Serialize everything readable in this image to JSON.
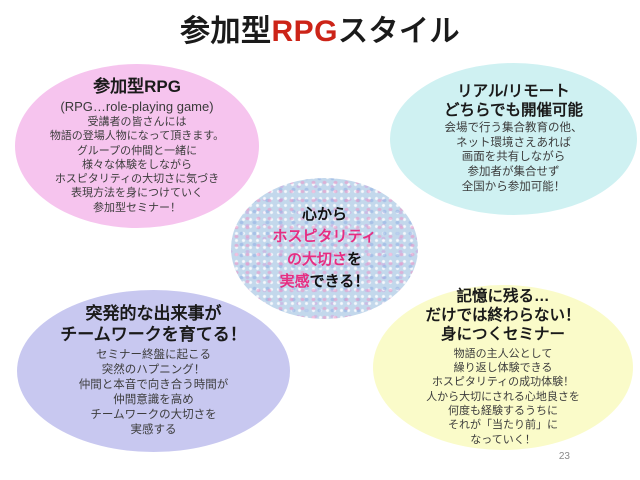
{
  "title": {
    "segments": [
      {
        "text": "参加型",
        "color": "#1a1a1a"
      },
      {
        "text": "RPG",
        "color": "#cc2418"
      },
      {
        "text": "スタイル",
        "color": "#1a1a1a"
      }
    ]
  },
  "page_number": "23",
  "colors": {
    "title_accent_red": "#cc2418",
    "highlight_pink": "#e62e82",
    "bubble_pink_bg": "#f6c4ee",
    "bubble_cyan_bg": "#cff1f2",
    "bubble_lavender_bg": "#c8c8f0",
    "bubble_yellow_bg": "#fafbc9",
    "bubble_center_bg": "#c3d8ec"
  },
  "bubbles": {
    "rpg": {
      "title": "参加型RPG",
      "subtitle": "(RPG…role-playing game)",
      "lines": [
        "受講者の皆さんには",
        "物語の登場人物になって頂きます。",
        "グループの仲間と一緒に",
        "様々な体験をしながら",
        "ホスピタリティの大切さに気づき",
        "表現方法を身につけていく",
        "参加型セミナー！"
      ]
    },
    "real_remote": {
      "title_lines": [
        "リアル/リモート",
        "どちらでも開催可能"
      ],
      "lines": [
        "会場で行う集合教育の他、",
        "ネット環境さえあれば",
        "画面を共有しながら",
        "参加者が集合せず",
        "全国から参加可能！"
      ]
    },
    "center": {
      "seg_lines": [
        [
          {
            "text": "心から",
            "color": "#111111"
          }
        ],
        [
          {
            "text": "ホスピタリティ",
            "color": "#e62e82"
          }
        ],
        [
          {
            "text": "の大切さ",
            "color": "#e62e82"
          },
          {
            "text": "を",
            "color": "#111111"
          }
        ],
        [
          {
            "text": "実感",
            "color": "#e62e82"
          },
          {
            "text": "できる！",
            "color": "#111111"
          }
        ]
      ]
    },
    "teamwork": {
      "title_lines": [
        "突発的な出来事が",
        "チームワークを育てる！"
      ],
      "lines": [
        "セミナー終盤に起こる",
        "突然のハプニング！",
        "仲間と本音で向き合う時間が",
        "仲間意識を高め",
        "チームワークの大切さを",
        "実感する"
      ]
    },
    "memorable": {
      "title_lines": [
        "記憶に残る…",
        "だけでは終わらない！",
        "身につくセミナー"
      ],
      "lines": [
        "物語の主人公として",
        "繰り返し体験できる",
        "ホスピタリティの成功体験！",
        "人から大切にされる心地良さを",
        "何度も経験するうちに",
        "それが「当たり前」に",
        "なっていく！"
      ]
    }
  }
}
